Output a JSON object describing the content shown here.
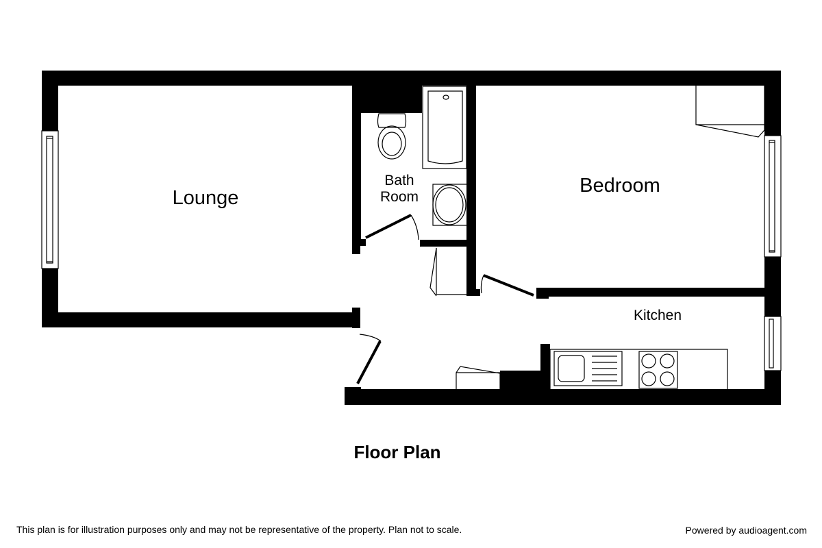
{
  "rooms": {
    "lounge": "Lounge",
    "bath_line1": "Bath",
    "bath_line2": "Room",
    "bedroom": "Bedroom",
    "kitchen": "Kitchen"
  },
  "title": "Floor Plan",
  "footer": {
    "disclaimer": "This plan is for illustration purposes only and may not be representative of the property. Plan not to scale.",
    "powered_by": "Powered by audioagent.com"
  },
  "colors": {
    "wall": "#000000",
    "background": "#ffffff"
  }
}
